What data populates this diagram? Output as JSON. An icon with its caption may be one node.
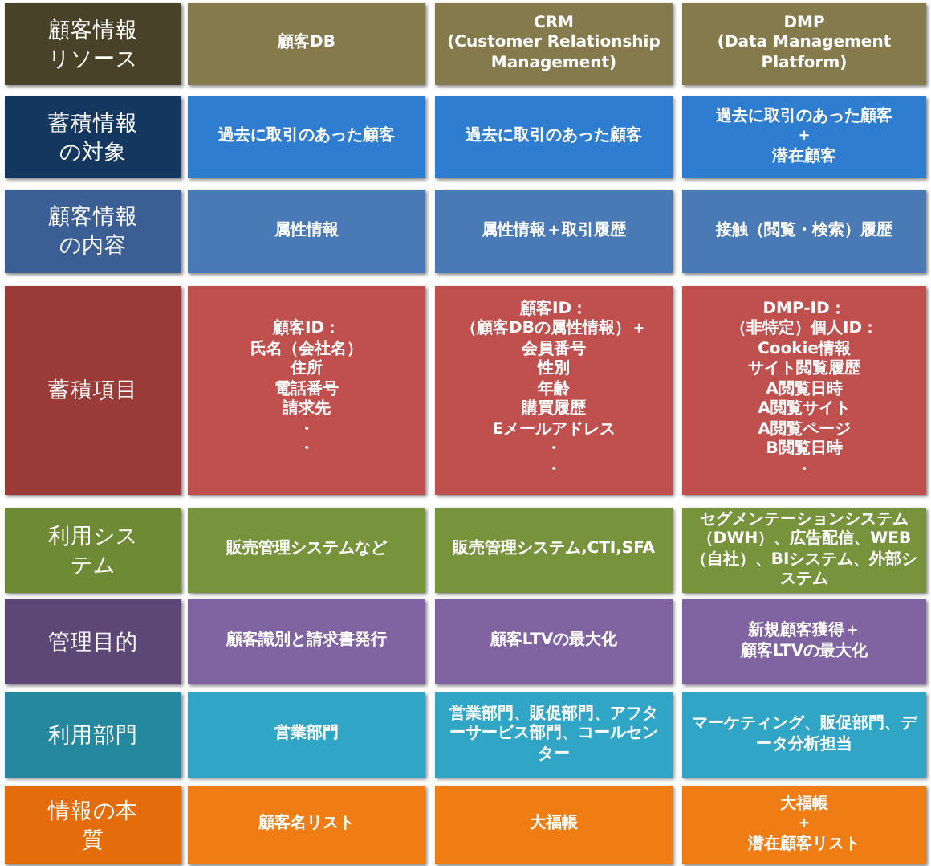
{
  "diagram": {
    "nodes": [
      {
        "text": [
          "顧客情報リソース"
        ]
      },
      {
        "text": [
          "顧客DB"
        ]
      },
      {
        "text": [
          "CRM",
          "(Customer Relationship Management)"
        ]
      },
      {
        "text": [
          "DMP",
          "(Data Management Platform)"
        ]
      },
      {
        "text": [
          "蓄積情報の対象"
        ]
      },
      {
        "text": [
          "過去に取引のあった顧客"
        ]
      },
      {
        "text": [
          "過去に取引のあった顧客"
        ]
      },
      {
        "text": [
          "過去に取引のあった顧客",
          "＋",
          "潜在顧客"
        ]
      },
      {
        "text": [
          "顧客情報の内容"
        ]
      },
      {
        "text": [
          "属性情報"
        ]
      },
      {
        "text": [
          "属性情報＋取引履歴"
        ]
      },
      {
        "text": [
          "接触（閲覧・検索）履歴"
        ]
      },
      {
        "text": [
          "蓄積項目"
        ]
      },
      {
        "text": [
          "顧客ID：",
          "氏名（会社名）",
          "住所",
          "電話番号",
          "請求先",
          "・",
          "・"
        ]
      },
      {
        "text": [
          "顧客ID：",
          "（顧客DBの属性情報）＋",
          "会員番号",
          "性別",
          "年齢",
          "購買履歴",
          "Eメールアドレス",
          "・",
          "・"
        ]
      },
      {
        "text": [
          "DMP-ID：",
          "（非特定）個人ID：",
          "Cookie情報",
          "サイト閲覧履歴",
          "A閲覧日時",
          "A閲覧サイト",
          "A閲覧ページ",
          "B閲覧日時",
          "・"
        ]
      },
      {
        "text": [
          "利用システム"
        ]
      },
      {
        "text": [
          "販売管理システムなど"
        ]
      },
      {
        "text": [
          "販売管理システム,CTI,SFA"
        ]
      },
      {
        "text": [
          "セグメンテーションシステム（DWH）、広告配信、WEB（自社）、BIシステム、外部システム"
        ]
      },
      {
        "text": [
          "管理目的"
        ]
      },
      {
        "text": [
          "顧客識別と請求書発行"
        ]
      },
      {
        "text": [
          "顧客LTVの最大化"
        ]
      },
      {
        "text": [
          "新規顧客獲得＋",
          "顧客LTVの最大化"
        ]
      },
      {
        "text": [
          "利用部門"
        ]
      },
      {
        "text": [
          "営業部門"
        ]
      },
      {
        "text": [
          "営業部門、販促部門、アフターサービス部門、コールセンター"
        ]
      },
      {
        "text": [
          "マーケティング、販促部門、データ分析担当"
        ]
      },
      {
        "text": [
          "情報の本質"
        ]
      },
      {
        "text": [
          "顧客名リスト"
        ]
      },
      {
        "text": [
          "大福帳"
        ]
      },
      {
        "text": [
          "大福帳",
          "＋",
          "潜在顧客リスト"
        ]
      }
    ]
  }
}
